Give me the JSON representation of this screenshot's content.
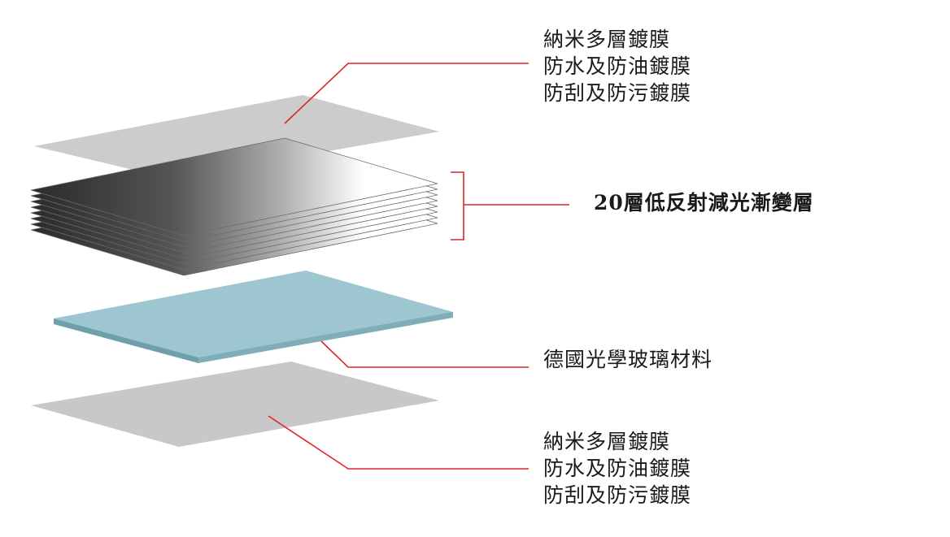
{
  "labels": {
    "top_coating": [
      "納米多層鍍膜",
      "防水及防油鍍膜",
      "防刮及防污鍍膜"
    ],
    "gradient_layers": "20層低反射減光漸變層",
    "glass": "德國光學玻璃材料",
    "bottom_coating": [
      "納米多層鍍膜",
      "防水及防油鍍膜",
      "防刮及防污鍍膜"
    ]
  },
  "colors": {
    "leader_line": "#e0242a",
    "coating_sheet": "#c8c8c8",
    "glass_top": "#9dc6d0",
    "glass_edge": "#6f9fab",
    "layer_dark": "#2a2a2a",
    "layer_light": "#ffffff",
    "label_text": "#1a1a1a"
  }
}
